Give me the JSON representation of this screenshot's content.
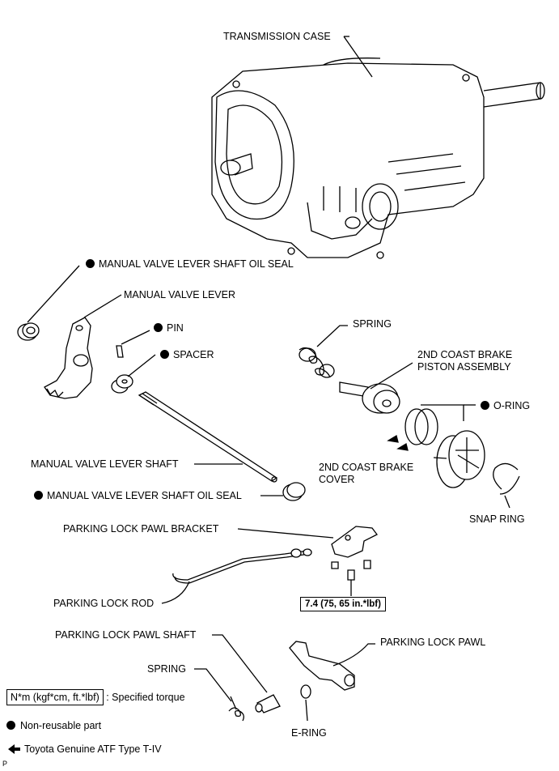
{
  "labels": {
    "transmission_case": "TRANSMISSION CASE",
    "oil_seal_upper": "MANUAL VALVE LEVER SHAFT OIL SEAL",
    "manual_valve_lever": "MANUAL VALVE LEVER",
    "pin": "PIN",
    "spacer": "SPACER",
    "spring_upper": "SPRING",
    "piston_line1": "2ND COAST BRAKE",
    "piston_line2": "PISTON ASSEMBLY",
    "o_ring": "O-RING",
    "manual_valve_lever_shaft": "MANUAL VALVE LEVER SHAFT",
    "cover_line1": "2ND COAST BRAKE",
    "cover_line2": "COVER",
    "oil_seal_lower": "MANUAL VALVE LEVER SHAFT OIL SEAL",
    "snap_ring": "SNAP RING",
    "parking_lock_pawl_bracket": "PARKING LOCK PAWL BRACKET",
    "parking_lock_rod": "PARKING LOCK ROD",
    "parking_lock_pawl_shaft": "PARKING LOCK PAWL SHAFT",
    "parking_lock_pawl": "PARKING LOCK PAWL",
    "spring_lower": "SPRING",
    "e_ring": "E-RING"
  },
  "torque_spec": "7.4 (75, 65 in.*lbf)",
  "legend": {
    "torque_unit": "N*m (kgf*cm, ft.*lbf)",
    "torque_desc": ": Specified torque",
    "non_reusable": "Non-reusable part",
    "atf": "Toyota Genuine ATF Type T-IV"
  },
  "figure_code": "P"
}
